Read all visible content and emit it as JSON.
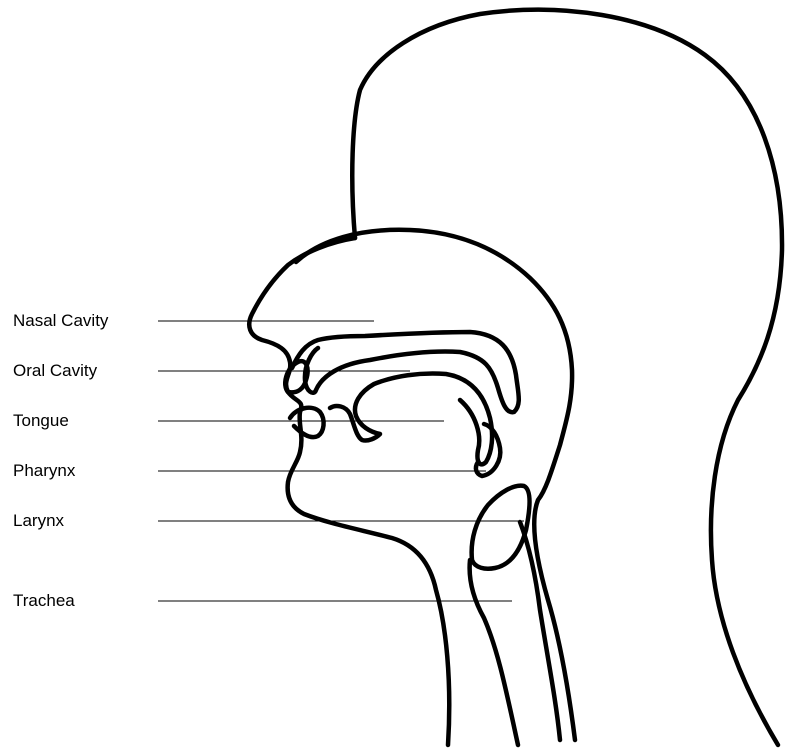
{
  "diagram": {
    "labels": [
      {
        "id": "nasal-cavity",
        "text": "Nasal Cavity"
      },
      {
        "id": "oral-cavity",
        "text": "Oral Cavity"
      },
      {
        "id": "tongue",
        "text": "Tongue"
      },
      {
        "id": "pharynx",
        "text": "Pharynx"
      },
      {
        "id": "larynx",
        "text": "Larynx"
      },
      {
        "id": "trachea",
        "text": "Trachea"
      }
    ],
    "colors": {
      "stroke": "#000000",
      "background": "#ffffff",
      "text": "#000000"
    }
  }
}
